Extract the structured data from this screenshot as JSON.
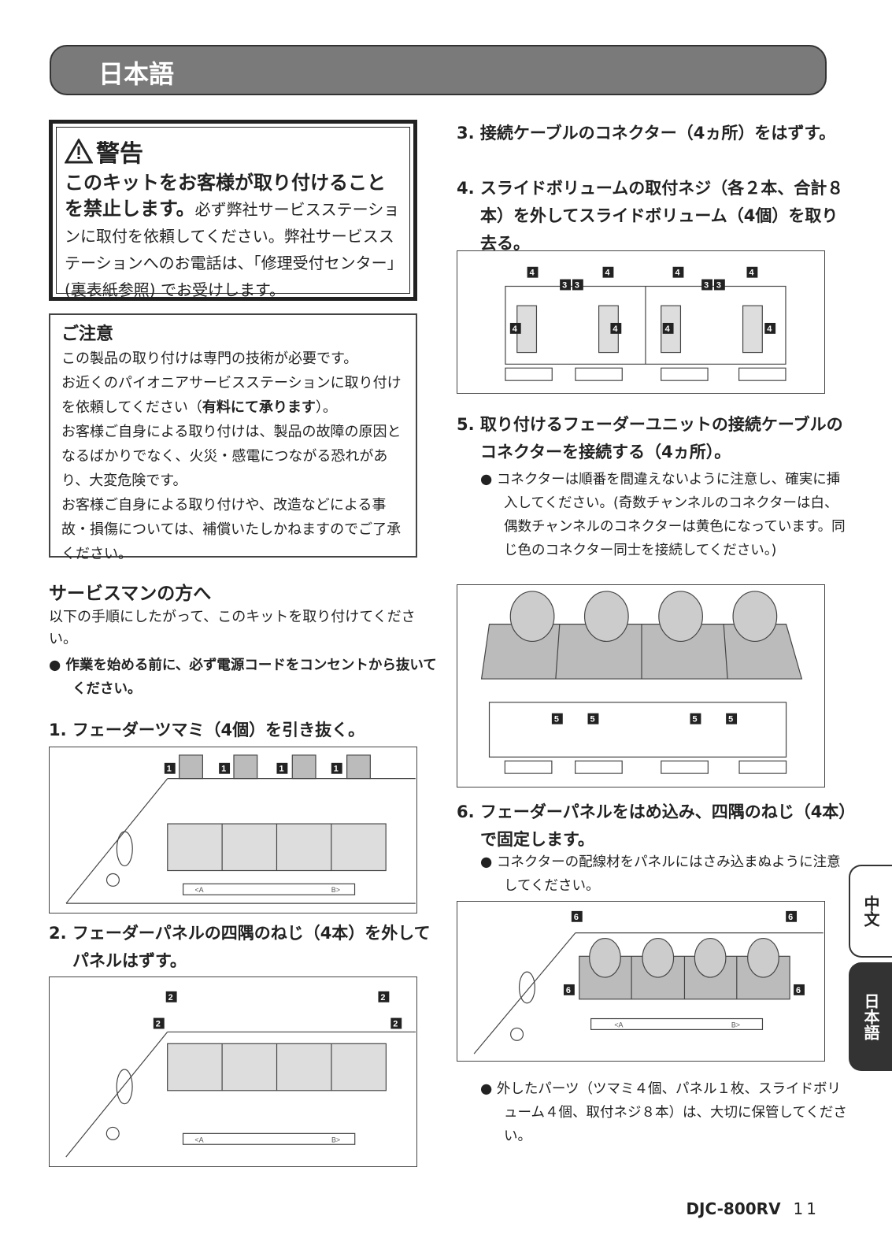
{
  "header": {
    "title": "日本語"
  },
  "warning": {
    "title": "警告",
    "lead": "このキットをお客様が取り付けることを禁止します。",
    "rest": "必ず弊社サービスステーションに取付を依頼してください。弊社サービスステーションへのお電話は、「修理受付センター」(裏表紙参照) でお受けします。"
  },
  "caution": {
    "title": "ご注意",
    "p1": "この製品の取り付けは専門の技術が必要です。",
    "p2a": "お近くのパイオニアサービスステーションに取り付けを依頼してください（",
    "p2b": "有料にて承ります",
    "p2c": "）。",
    "p3": "お客様ご自身による取り付けは、製品の故障の原因となるばかりでなく、火災・感電につながる恐れがあり、大変危険です。",
    "p4": "お客様ご自身による取り付けや、改造などによる事故・損傷については、補償いたしかねますのでご了承ください。"
  },
  "service": {
    "title": "サービスマンの方へ",
    "intro": "以下の手順にしたがって、このキットを取り付けてください。",
    "bullet": "● 作業を始める前に、必ず電源コードをコンセントから抜いてください。"
  },
  "steps": {
    "s1": "1. フェーダーツマミ（4個）を引き抜く。",
    "s2": "2. フェーダーパネルの四隅のねじ（4本）を外してパネルはずす。",
    "s3": "3. 接続ケーブルのコネクター（4ヵ所）をはずす。",
    "s4": "4. スライドボリュームの取付ネジ（各２本、合計８本）を外してスライドボリューム（4個）を取り去る。",
    "s5": "5. 取り付けるフェーダーユニットの接続ケーブルのコネクターを接続する（4ヵ所）。",
    "s5note": "● コネクターは順番を間違えないように注意し、確実に挿入してください。(奇数チャンネルのコネクターは白、偶数チャンネルのコネクターは黄色になっています。同じ色のコネクター同士を接続してください。)",
    "s6": "6. フェーダーパネルをはめ込み、四隅のねじ（4本）で固定します。",
    "s6note": "● コネクターの配線材をパネルにはさみ込まぬように注意してください。",
    "final": "● 外したパーツ（ツマミ４個、パネル１枚、スライドボリューム４個、取付ネジ８本）は、大切に保管してください。"
  },
  "figure_labels": {
    "n1": "1",
    "n2": "2",
    "n3": "3",
    "n4": "4",
    "n5": "5",
    "n6": "6",
    "a": "<A",
    "b": "B>"
  },
  "tabs": {
    "chinese": "中文",
    "japanese": "日本語"
  },
  "footer": {
    "model": "DJC-800RV",
    "page": "11"
  }
}
